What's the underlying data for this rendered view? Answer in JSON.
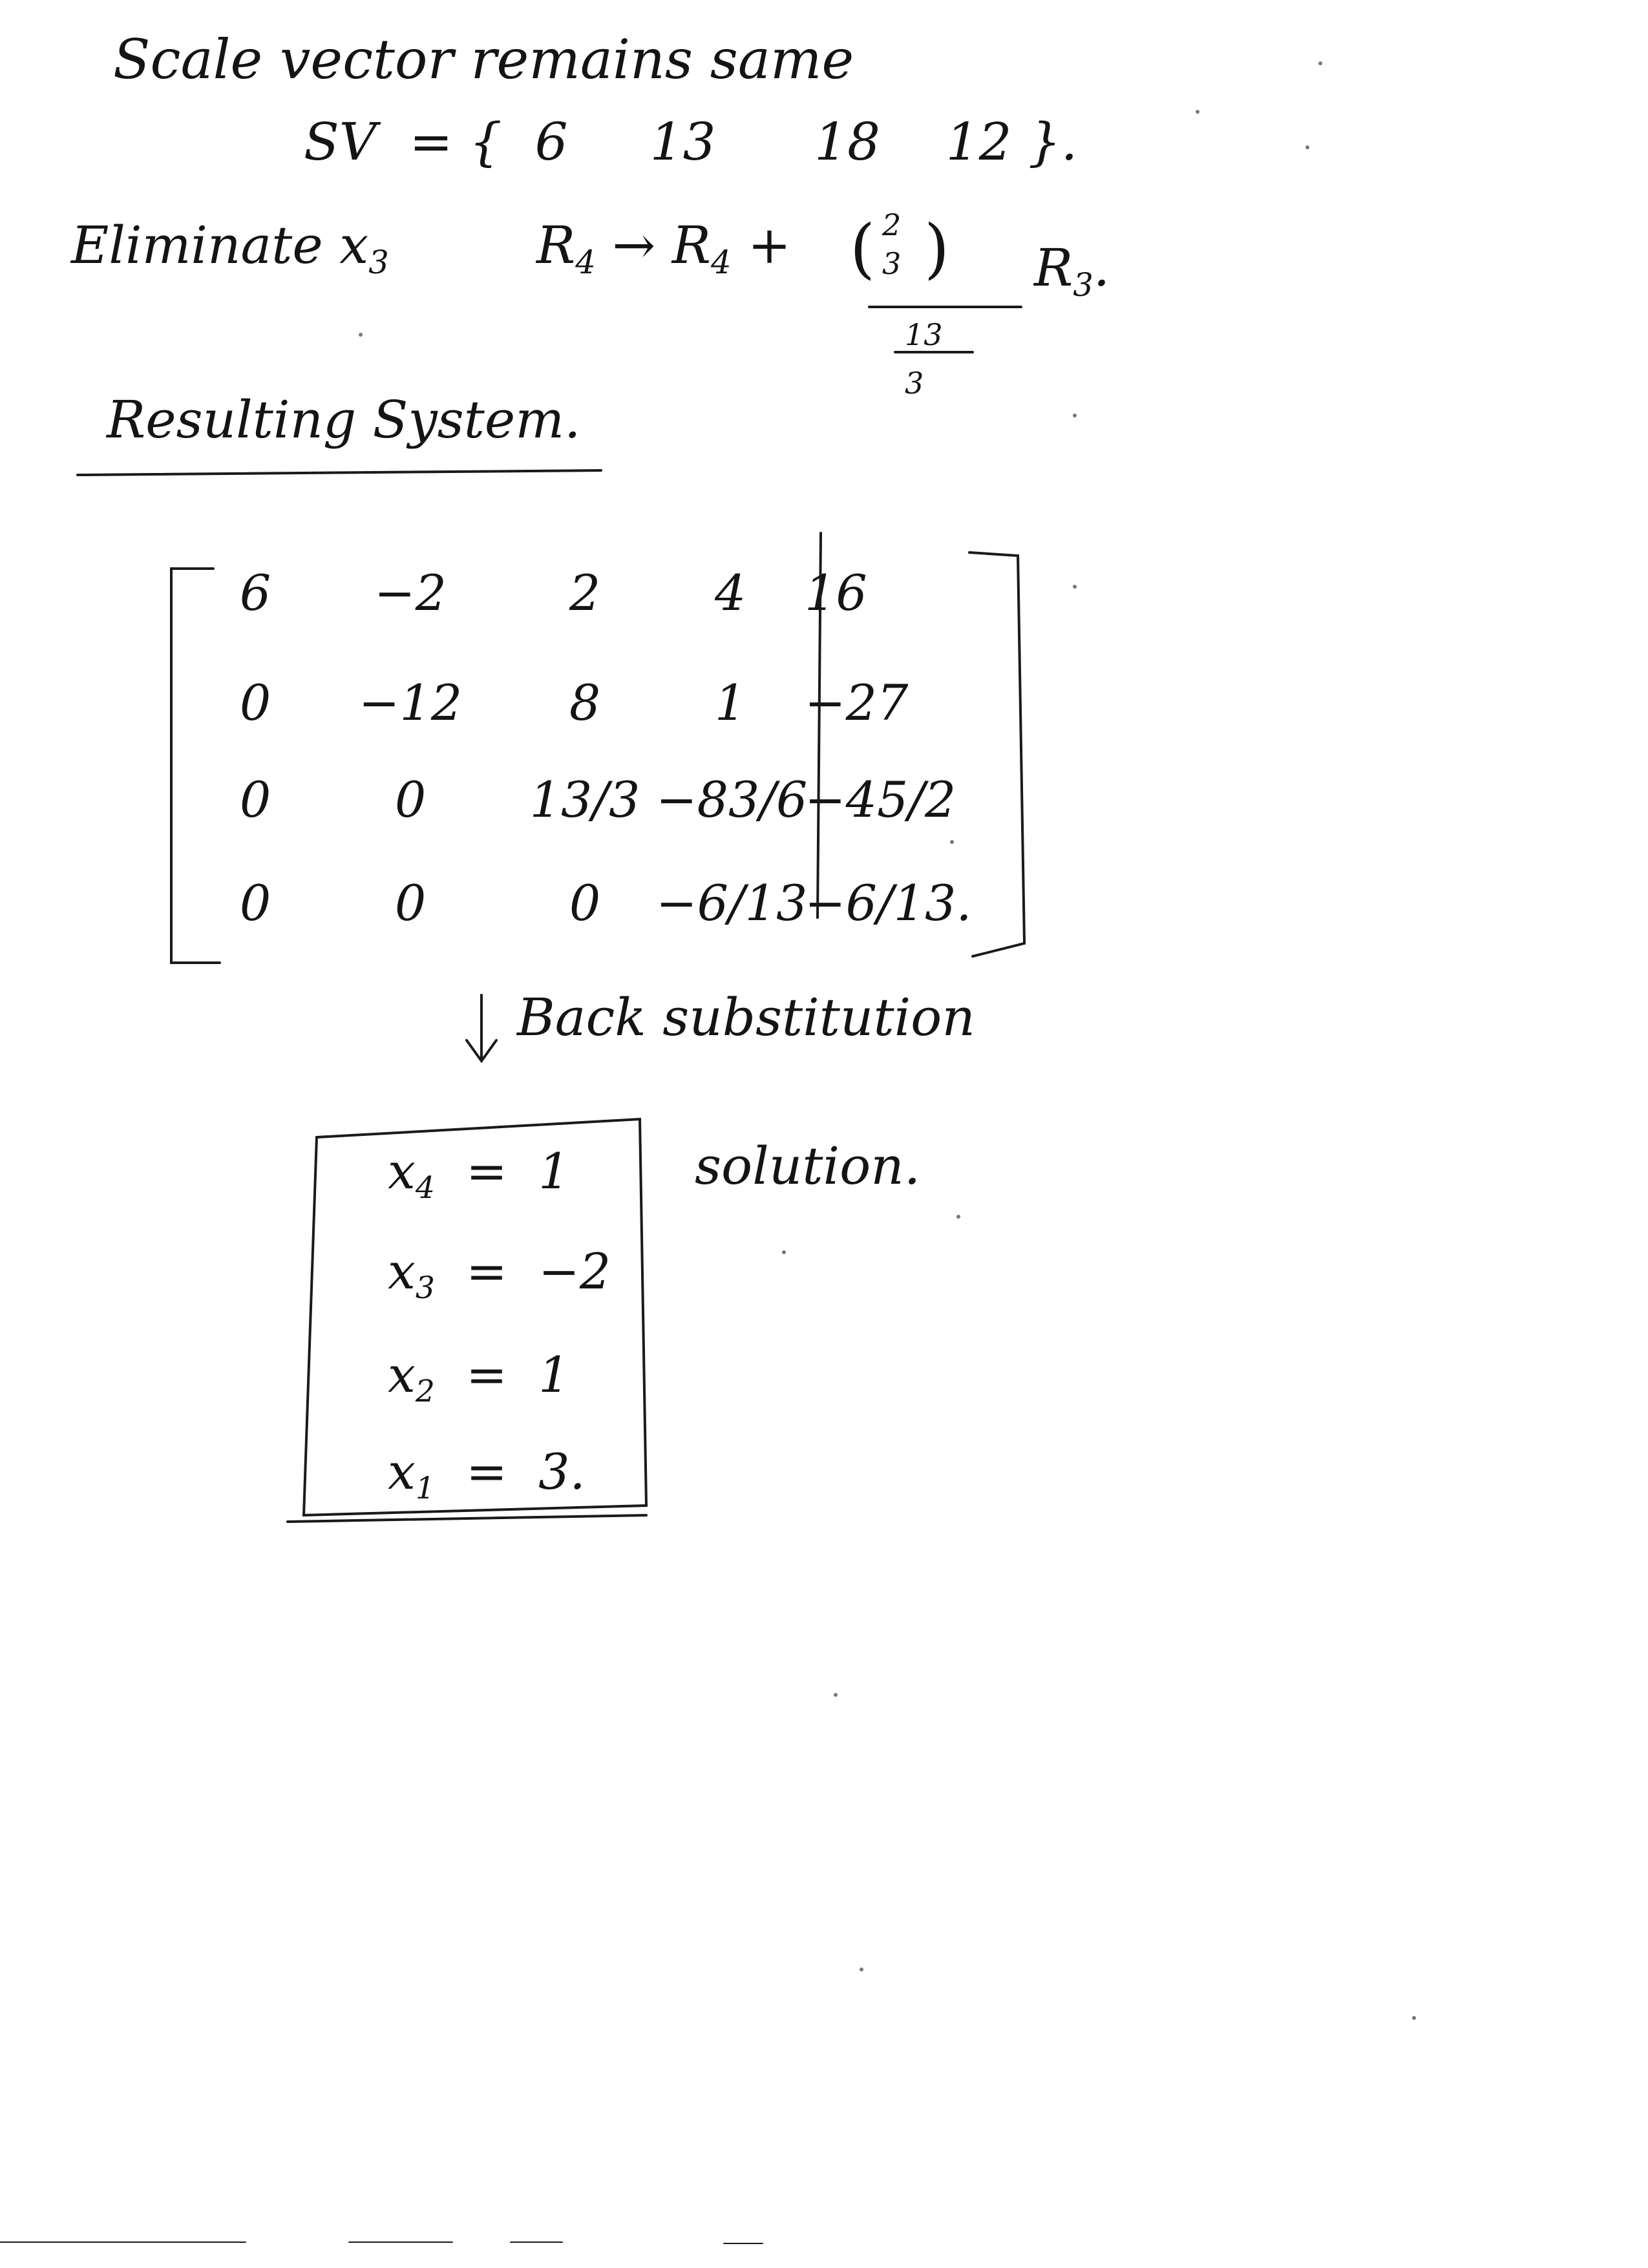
{
  "heading": "Scale vector remains same",
  "scale_vector": {
    "label": "SV",
    "values": [
      "6",
      "13",
      "18",
      "12"
    ]
  },
  "elimination": {
    "label": "Eliminate x",
    "var_sub": "3",
    "lhs": "R",
    "lhs_sub": "4",
    "arrow": "→",
    "rhs": "R",
    "rhs_sub": "4",
    "plus": "+",
    "num_top": "2",
    "num_bottom": "3",
    "den_top": "13",
    "den_bottom": "3",
    "tail": "R",
    "tail_sub": "3",
    "tail_end": "."
  },
  "resulting_system_label": "Resulting System.",
  "matrix": {
    "rows": [
      [
        "6",
        "−2",
        "2",
        "4",
        "16"
      ],
      [
        "0",
        "−12",
        "8",
        "1",
        "−27"
      ],
      [
        "0",
        "0",
        "13/3",
        "−83/6",
        "−45/2"
      ],
      [
        "0",
        "0",
        "0",
        "−6/13",
        "−6/13."
      ]
    ]
  },
  "back_substitution": "Back substitution",
  "solution": {
    "label": "solution.",
    "lines": [
      {
        "var": "x",
        "sub": "4",
        "value": "1"
      },
      {
        "var": "x",
        "sub": "3",
        "value": "−2"
      },
      {
        "var": "x",
        "sub": "2",
        "value": "1"
      },
      {
        "var": "x",
        "sub": "1",
        "value": "3."
      }
    ]
  }
}
